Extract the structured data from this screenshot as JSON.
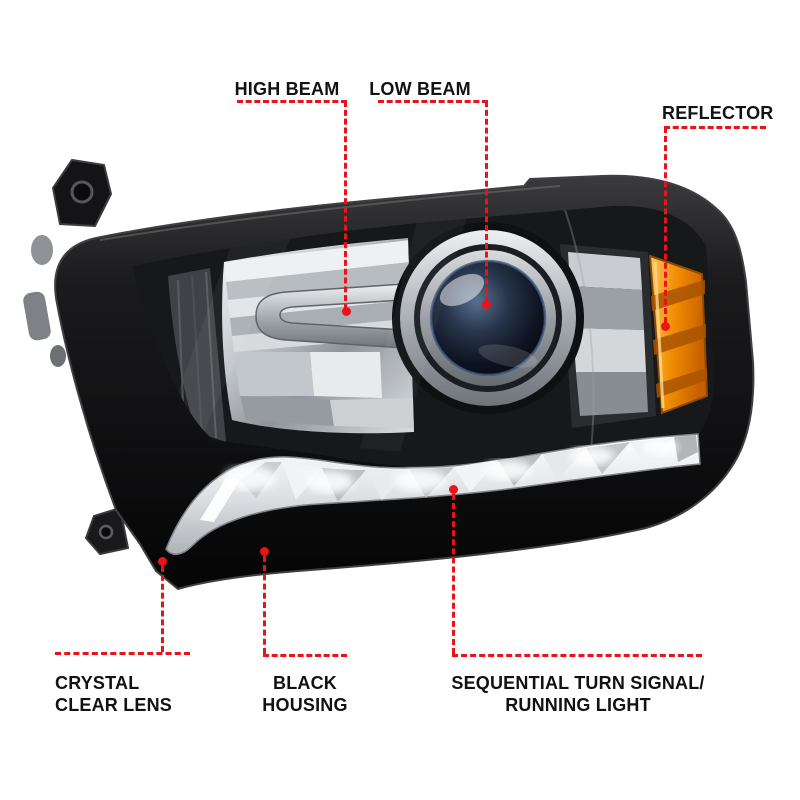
{
  "figure": {
    "type": "annotated-product-diagram",
    "subject": "projector-headlight"
  },
  "colors": {
    "annotation_red": "#e8131b",
    "housing_black": "#0d0d0e",
    "amber_reflector": "#f08c00",
    "background": "#ffffff"
  },
  "callouts": {
    "high_beam": {
      "label": "HIGH BEAM"
    },
    "low_beam": {
      "label": "LOW BEAM"
    },
    "reflector": {
      "label": "REFLECTOR"
    },
    "crystal_clear_lens": {
      "line1": "CRYSTAL",
      "line2": "CLEAR LENS"
    },
    "black_housing": {
      "line1": "BLACK",
      "line2": "HOUSING"
    },
    "sequential_turn_signal": {
      "line1": "SEQUENTIAL TURN SIGNAL/",
      "line2": "RUNNING LIGHT"
    }
  }
}
